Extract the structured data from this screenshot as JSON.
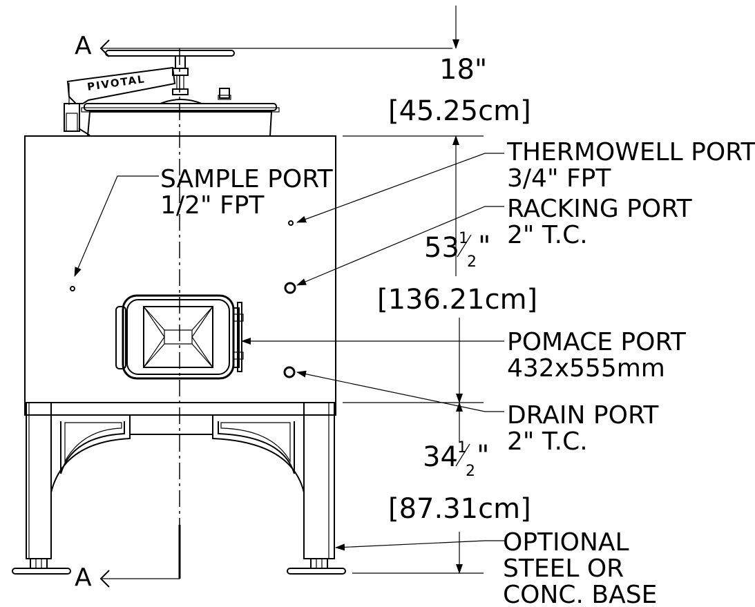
{
  "brand": "PIVOTAL",
  "section": {
    "top_label": "A",
    "bottom_label": "A"
  },
  "callouts": {
    "sample_port": {
      "line1": "SAMPLE PORT",
      "line2": "1/2\" FPT"
    },
    "thermowell_port": {
      "line1": "THERMOWELL PORT",
      "line2": "3/4\" FPT"
    },
    "racking_port": {
      "line1": "RACKING PORT",
      "line2": "2\" T.C."
    },
    "pomace_port": {
      "line1": "POMACE PORT",
      "line2": "432x555mm"
    },
    "drain_port": {
      "line1": "DRAIN PORT",
      "line2": "2\" T.C."
    },
    "base": {
      "line1": "OPTIONAL",
      "line2": "STEEL OR",
      "line3": "CONC. BASE"
    }
  },
  "dimensions": {
    "top": {
      "inches": "18\"",
      "metric": "45.25cm"
    },
    "body": {
      "whole": "53",
      "num": "1",
      "den": "2",
      "mark": "\"",
      "metric": "136.21cm"
    },
    "legs": {
      "whole": "34",
      "num": "1",
      "den": "2",
      "mark": "\"",
      "metric": "87.31cm"
    }
  }
}
